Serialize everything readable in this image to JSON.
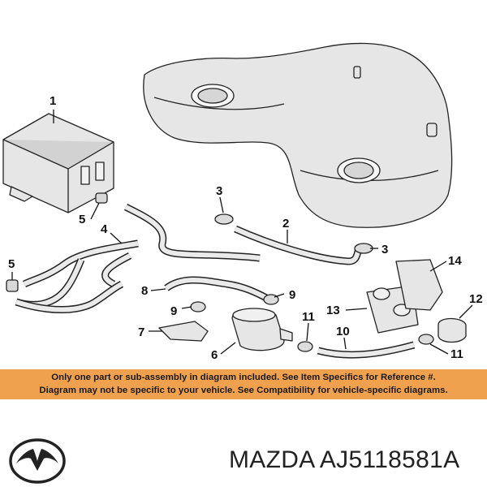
{
  "callouts": [
    "1",
    "2",
    "3",
    "3",
    "4",
    "5",
    "5",
    "6",
    "7",
    "8",
    "9",
    "9",
    "10",
    "11",
    "11",
    "12",
    "13",
    "14"
  ],
  "notice": {
    "line1": "Only one part or sub-assembly in diagram included. See Item Specifics for Reference #.",
    "line2": "Diagram may not be specific to your vehicle. See Compatibility for vehicle-specific diagrams."
  },
  "brand": "MAZDA",
  "part_number": "AJ5118581A",
  "colors": {
    "notice_bg": "#f0a14e",
    "line": "#222222",
    "part_fill": "#e3e3e3"
  },
  "icons": {
    "brand_logo": "mazda-logo-icon"
  }
}
